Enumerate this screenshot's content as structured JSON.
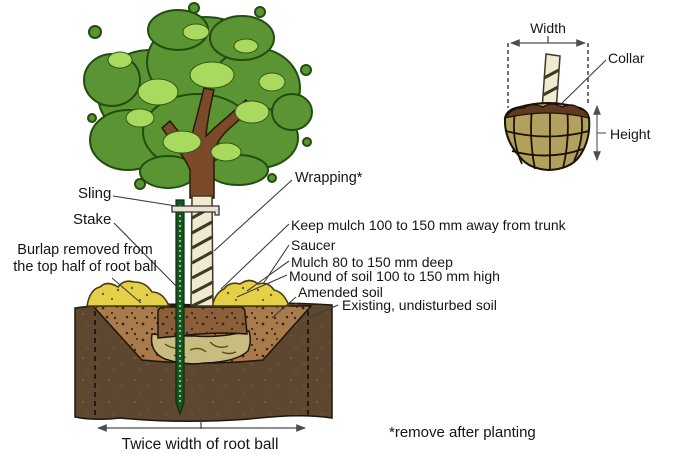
{
  "figure": {
    "labels": {
      "sling": "Sling",
      "stake": "Stake",
      "burlap_line1": "Burlap removed from",
      "burlap_line2": "the top half of root ball",
      "wrapping": "Wrapping*",
      "keep_mulch": "Keep mulch 100 to 150 mm away from trunk",
      "saucer": "Saucer",
      "mulch_deep": "Mulch 80 to 150 mm deep",
      "mound": "Mound of soil 100 to 150 mm high",
      "amended_soil": "Amended soil",
      "existing_soil": "Existing, undisturbed soil",
      "twice_width": "Twice width of root ball",
      "footnote": "*remove after planting"
    },
    "inset": {
      "width": "Width",
      "collar": "Collar",
      "height": "Height"
    },
    "colors": {
      "canopy_dark": "#5a9433",
      "canopy_light": "#a9d95e",
      "trunk_brown": "#7b4a28",
      "trunk_wrap": "#f0ead0",
      "stake_green": "#175423",
      "sling_bar": "#e9e4cf",
      "mulch_yellow": "#e5d149",
      "existing_soil": "#5d4731",
      "amended_soil": "#a87a4c",
      "root_ball_top": "#8a5f39",
      "burlap": "#c8bc80",
      "inset_burlap": "#b2a15c",
      "collar_soil": "#5e3a1e"
    }
  }
}
